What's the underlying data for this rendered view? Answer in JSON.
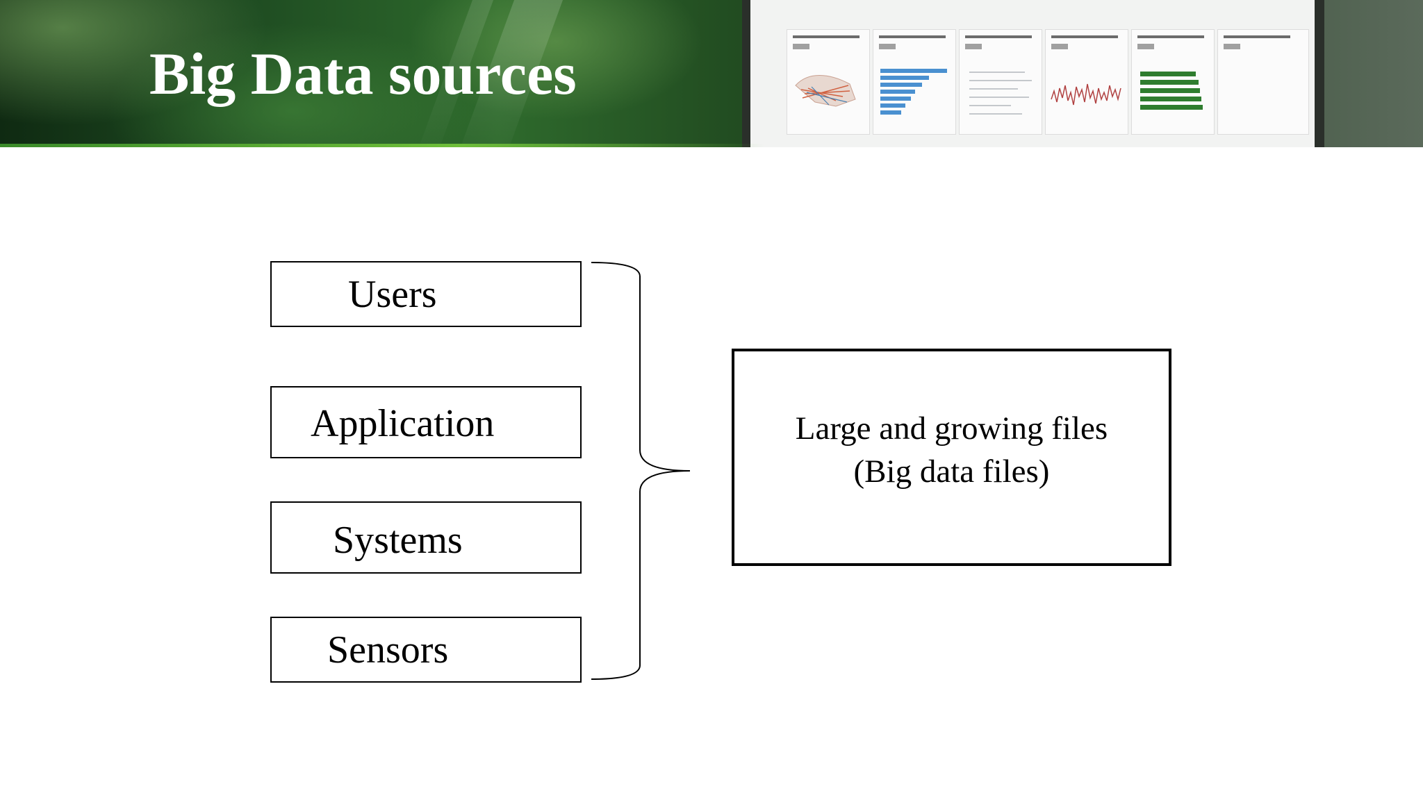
{
  "header": {
    "title": "Big Data sources"
  },
  "diagram": {
    "sources": [
      {
        "label": "Users"
      },
      {
        "label": "Application"
      },
      {
        "label": "Systems"
      },
      {
        "label": "Sensors"
      }
    ],
    "target": {
      "line1": "Large and growing files",
      "line2": "(Big data files)"
    }
  },
  "colors": {
    "banner_dark": "#1b3e1c",
    "banner_accent": "#6fbf3a",
    "title_text": "#ffffff",
    "diagram_stroke": "#000000"
  }
}
